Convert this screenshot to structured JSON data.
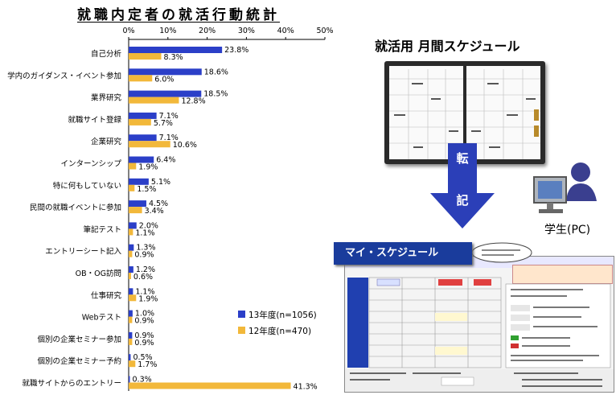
{
  "left_chart": {
    "title": "就職内定者の就活行動統計"
  },
  "chart_data": {
    "type": "bar",
    "orientation": "horizontal",
    "title": "就職内定者の就活行動統計",
    "x_ticks": [
      "0%",
      "10%",
      "20%",
      "30%",
      "40%",
      "50%"
    ],
    "xlim": [
      0,
      50
    ],
    "grid": false,
    "legend_position": "bottom-right",
    "categories": [
      "自己分析",
      "学内のガイダンス・イベント参加",
      "業界研究",
      "就職サイト登録",
      "企業研究",
      "インターンシップ",
      "特に何もしていない",
      "民間の就職イベントに参加",
      "筆記テスト",
      "エントリーシート記入",
      "OB・OG訪問",
      "仕事研究",
      "Webテスト",
      "個別の企業セミナー参加",
      "個別の企業セミナー予約",
      "就職サイトからのエントリー"
    ],
    "series": [
      {
        "name": "13年度(n=1056)",
        "color": "#2b3fc8",
        "values": [
          23.8,
          18.6,
          18.5,
          7.1,
          7.1,
          6.4,
          5.1,
          4.5,
          2.0,
          1.3,
          1.2,
          1.1,
          1.0,
          0.9,
          0.5,
          0.3
        ],
        "labels": [
          "23.8%",
          "18.6%",
          "18.5%",
          "7.1%",
          "7.1%",
          "6.4%",
          "5.1%",
          "4.5%",
          "2.0%",
          "1.3%",
          "1.2%",
          "1.1%",
          "1.0%",
          "0.9%",
          "0.5%",
          "0.3%"
        ]
      },
      {
        "name": "12年度(n=470)",
        "color": "#f2b83a",
        "values": [
          8.3,
          6.0,
          12.8,
          5.7,
          10.6,
          1.9,
          1.5,
          3.4,
          1.1,
          0.9,
          0.6,
          1.9,
          0.9,
          0.9,
          1.7,
          41.3
        ],
        "labels": [
          "8.3%",
          "6.0%",
          "12.8%",
          "5.7%",
          "10.6%",
          "1.9%",
          "1.5%",
          "3.4%",
          "1.1%",
          "0.9%",
          "0.6%",
          "1.9%",
          "0.9%",
          "0.9%",
          "1.7%",
          "41.3%"
        ]
      }
    ]
  },
  "right_panel": {
    "schedule_title": "就活用 月間スケジュール",
    "arrow_chars": [
      "転",
      "記"
    ],
    "student_label": "学生(PC)",
    "my_schedule_banner": "マイ・スケジュール",
    "icons": [
      "planner-book-icon",
      "down-arrow-icon",
      "student-pc-icon"
    ]
  }
}
